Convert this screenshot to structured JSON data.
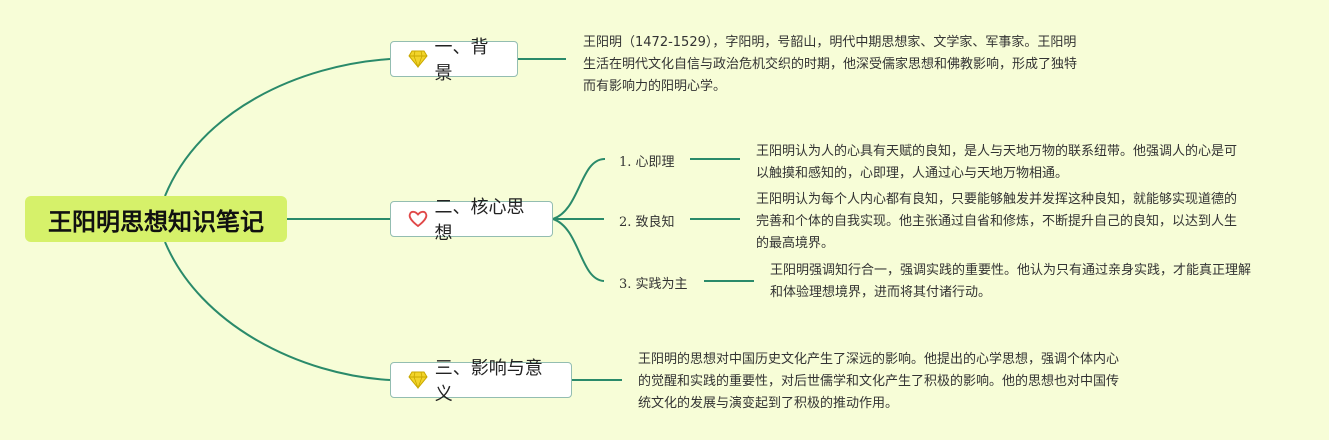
{
  "root": {
    "title": "王阳明思想知识笔记"
  },
  "topics": [
    {
      "label": "一、背景",
      "icon": "gem-icon"
    },
    {
      "label": "二、核心思想",
      "icon": "heart-icon"
    },
    {
      "label": "三、影响与意义",
      "icon": "gem-icon"
    }
  ],
  "background": {
    "note": "王阳明（1472-1529），字阳明，号韶山，明代中期思想家、文学家、军事家。王阳明生活在明代文化自信与政治危机交织的时期，他深受儒家思想和佛教影响，形成了独特而有影响力的阳明心学。"
  },
  "core": {
    "items": [
      {
        "label": "1. 心即理",
        "note": "王阳明认为人的心具有天赋的良知，是人与天地万物的联系纽带。他强调人的心是可以触摸和感知的，心即理，人通过心与天地万物相通。"
      },
      {
        "label": "2. 致良知",
        "note": "王阳明认为每个人内心都有良知，只要能够触发并发挥这种良知，就能够实现道德的完善和个体的自我实现。他主张通过自省和修炼，不断提升自己的良知，以达到人生的最高境界。"
      },
      {
        "label": "3. 实践为主",
        "note": "王阳明强调知行合一，强调实践的重要性。他认为只有通过亲身实践，才能真正理解和体验理想境界，进而将其付诸行动。"
      }
    ]
  },
  "impact": {
    "note": "王阳明的思想对中国历史文化产生了深远的影响。他提出的心学思想，强调个体内心的觉醒和实践的重要性，对后世儒学和文化产生了积极的影响。他的思想也对中国传统文化的发展与演变起到了积极的推动作用。"
  },
  "colors": {
    "background": "#f7fdd7",
    "root_fill": "#d6f16a",
    "connector": "#2a8a6a",
    "topic_border": "#93bdb1",
    "gem": "#f2d42a",
    "heart": "#e04848"
  }
}
